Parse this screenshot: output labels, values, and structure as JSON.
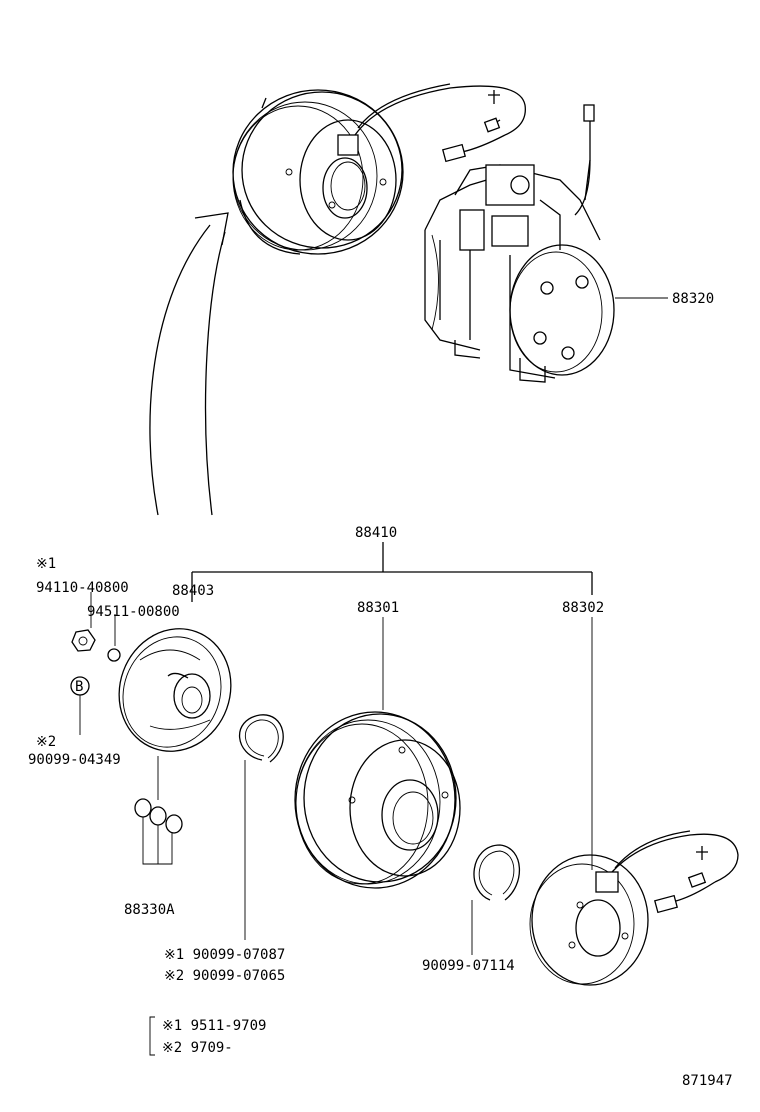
{
  "labels": {
    "compressor": "88320",
    "clutch_assy": "88410",
    "pressure_plate": "88403",
    "pulley": "88301",
    "stator": "88302",
    "note1_mark": "※1",
    "bolt": "94110-40800",
    "washer": "94511-00800",
    "ref_b": "B",
    "note2_mark": "※2",
    "bolt2": "90099-04349",
    "shims": "88330A",
    "snap_ring_1": "※1  90099-07087",
    "snap_ring_2": "※2  90099-07065",
    "snap_ring_3": "90099-07114",
    "legend_1": "※1  9511-9709",
    "legend_2": "※2  9709-",
    "diagram_no": "871947"
  }
}
